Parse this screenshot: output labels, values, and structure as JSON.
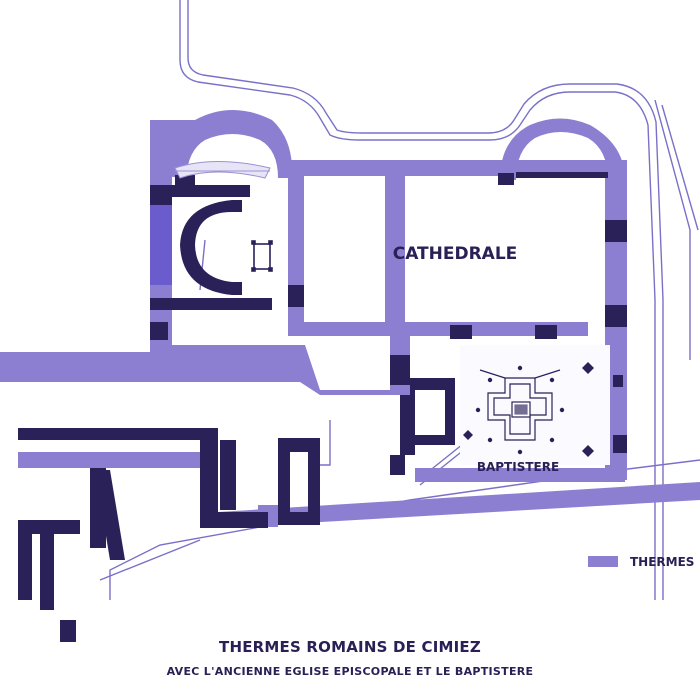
{
  "colors": {
    "roman_thermae": "#8c7fd2",
    "dark_walls": "#2b2159",
    "line": "#7a70c8",
    "text": "#2a2055"
  },
  "labels": {
    "cathedral": "CATHEDRALE",
    "baptistery": "BAPTISTERE"
  },
  "legend": {
    "thermes": "THERMES"
  },
  "title": {
    "line1": "THERMES ROMAINS DE CIMIEZ",
    "line2": "AVEC L'ANCIENNE EGLISE EPISCOPALE ET LE BAPTISTERE"
  }
}
